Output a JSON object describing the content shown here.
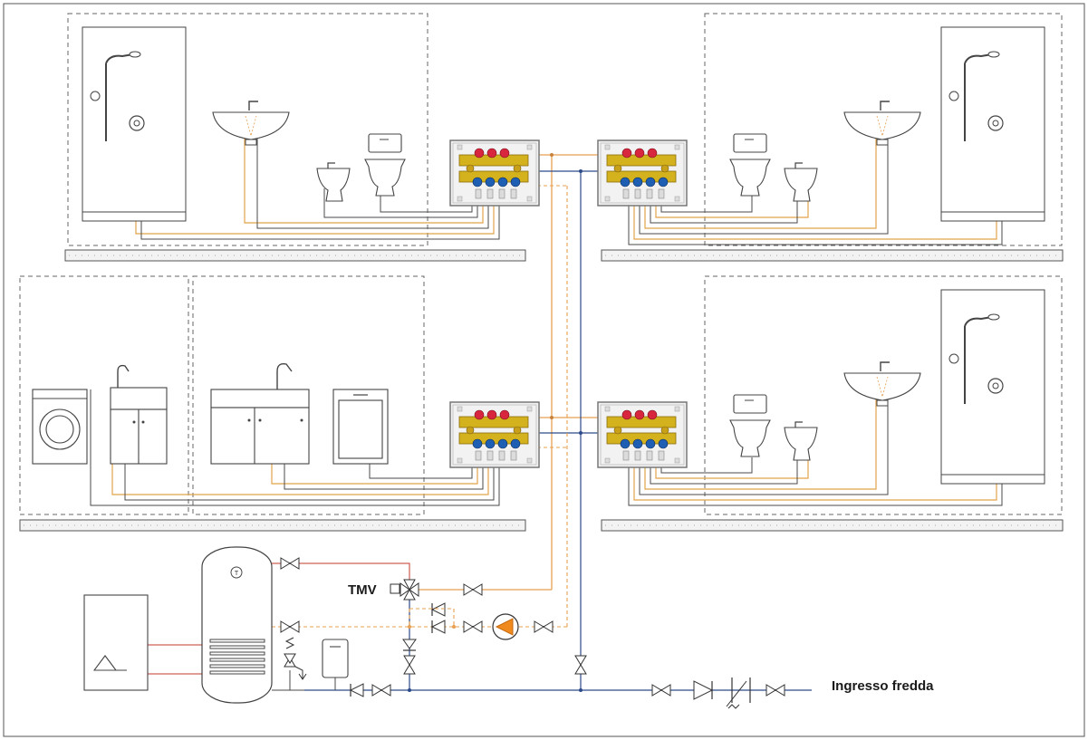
{
  "labels": {
    "tmv": "TMV",
    "cold_inlet": "Ingresso fredda",
    "thermometer_mark": "T"
  },
  "colors": {
    "cold_pipe": "#2c4a8a",
    "hot_pipe": "#e8a050",
    "recirculation_pipe": "#e8a050",
    "boiler_loop": "#c0392b",
    "pump": "#f08a1e",
    "manifold_body": "#d4b21e",
    "manifold_red_valve": "#d7263d",
    "manifold_blue_valve": "#1f5fb3"
  },
  "icons": {
    "shower": "shower-icon",
    "washbasin": "washbasin-icon",
    "bidet": "bidet-icon",
    "toilet": "toilet-icon",
    "washing_machine": "washing-machine-icon",
    "sink": "sink-cabinet-icon",
    "dishwasher": "dishwasher-icon",
    "manifold": "manifold-box-icon",
    "boiler": "boiler-icon",
    "storage_tank": "storage-tank-icon",
    "pump": "pump-icon",
    "valve": "valve-icon",
    "check_valve": "check-valve-icon",
    "safety_valve": "safety-valve-icon",
    "expansion_vessel": "expansion-vessel-icon",
    "filter": "filter-icon",
    "pressure_reducer": "pressure-reducer-icon"
  }
}
